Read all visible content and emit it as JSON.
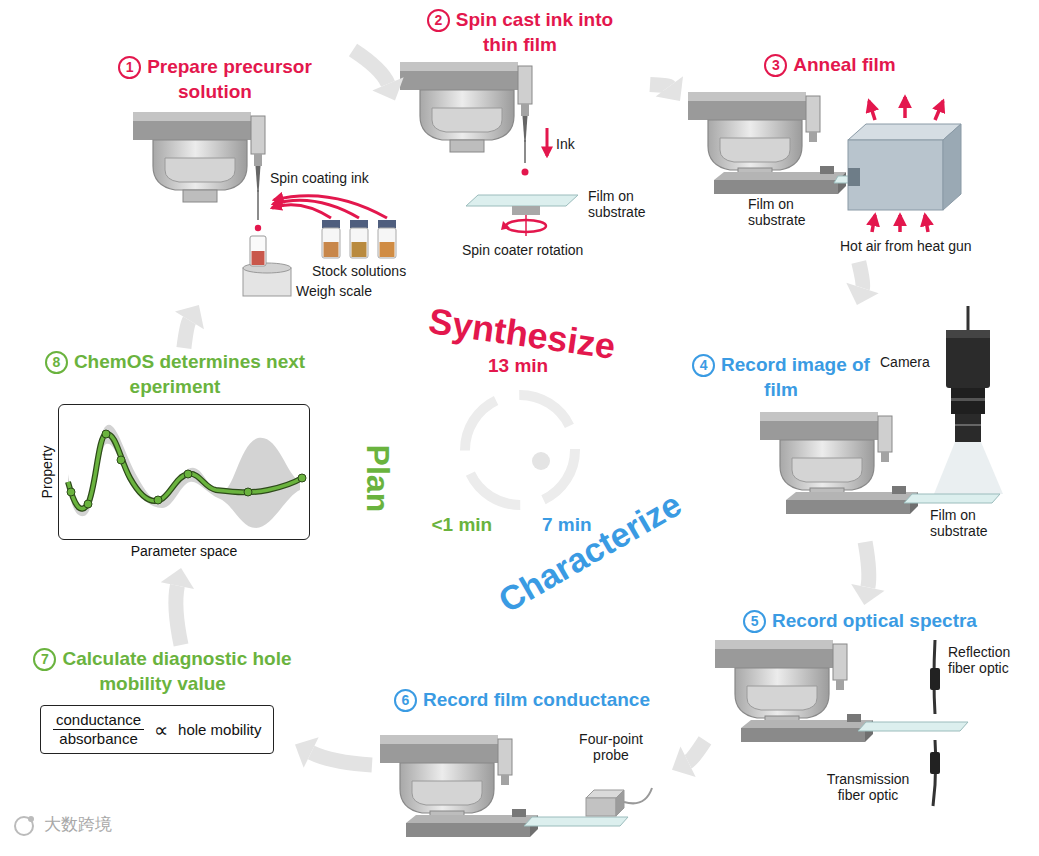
{
  "diagram": {
    "nodes": [
      {
        "text": [
          "1",
          "Prepare precursor solution"
        ]
      },
      {
        "text": [
          "2",
          "Spin cast ink into thin film"
        ]
      },
      {
        "text": [
          "3",
          "Anneal film"
        ]
      },
      {
        "text": [
          "4",
          "Record image of film"
        ]
      },
      {
        "text": [
          "5",
          "Record optical spectra"
        ]
      },
      {
        "text": [
          "6",
          "Record film conductance"
        ]
      },
      {
        "text": [
          "7",
          "Calculate diagnostic hole mobility value"
        ]
      },
      {
        "text": [
          "conductance",
          "absorbance",
          "∝",
          "hole mobility"
        ],
        "in": 6
      },
      {
        "text": [
          "8",
          "ChemOS determines next eperiment"
        ]
      },
      {
        "text": [
          "Property",
          "Parameter space"
        ],
        "in": 8
      }
    ],
    "edges": [
      {
        "from": 0,
        "to": 1,
        "arrow": "to"
      },
      {
        "from": 1,
        "to": 2,
        "arrow": "to"
      },
      {
        "from": 2,
        "to": 3,
        "arrow": "to"
      },
      {
        "from": 3,
        "to": 4,
        "arrow": "to"
      },
      {
        "from": 4,
        "to": 5,
        "arrow": "to"
      },
      {
        "from": 5,
        "to": 6,
        "arrow": "to"
      },
      {
        "from": 6,
        "to": 8,
        "arrow": "to"
      },
      {
        "from": 8,
        "to": 0,
        "arrow": "to"
      }
    ],
    "labels": [
      "Spin coating ink",
      "Stock solutions",
      "Weigh scale",
      "Ink",
      "Film on substrate",
      "Spin coater rotation",
      "Film on substrate",
      "Hot air from heat gun",
      "Camera",
      "Film on substrate",
      "Reflection fiber optic",
      "Transmission fiber optic",
      "Four-point probe",
      "Synthesize",
      "13 min",
      "Plan",
      "<1 min",
      "7 min",
      "Characterize",
      "大数跨境"
    ]
  }
}
